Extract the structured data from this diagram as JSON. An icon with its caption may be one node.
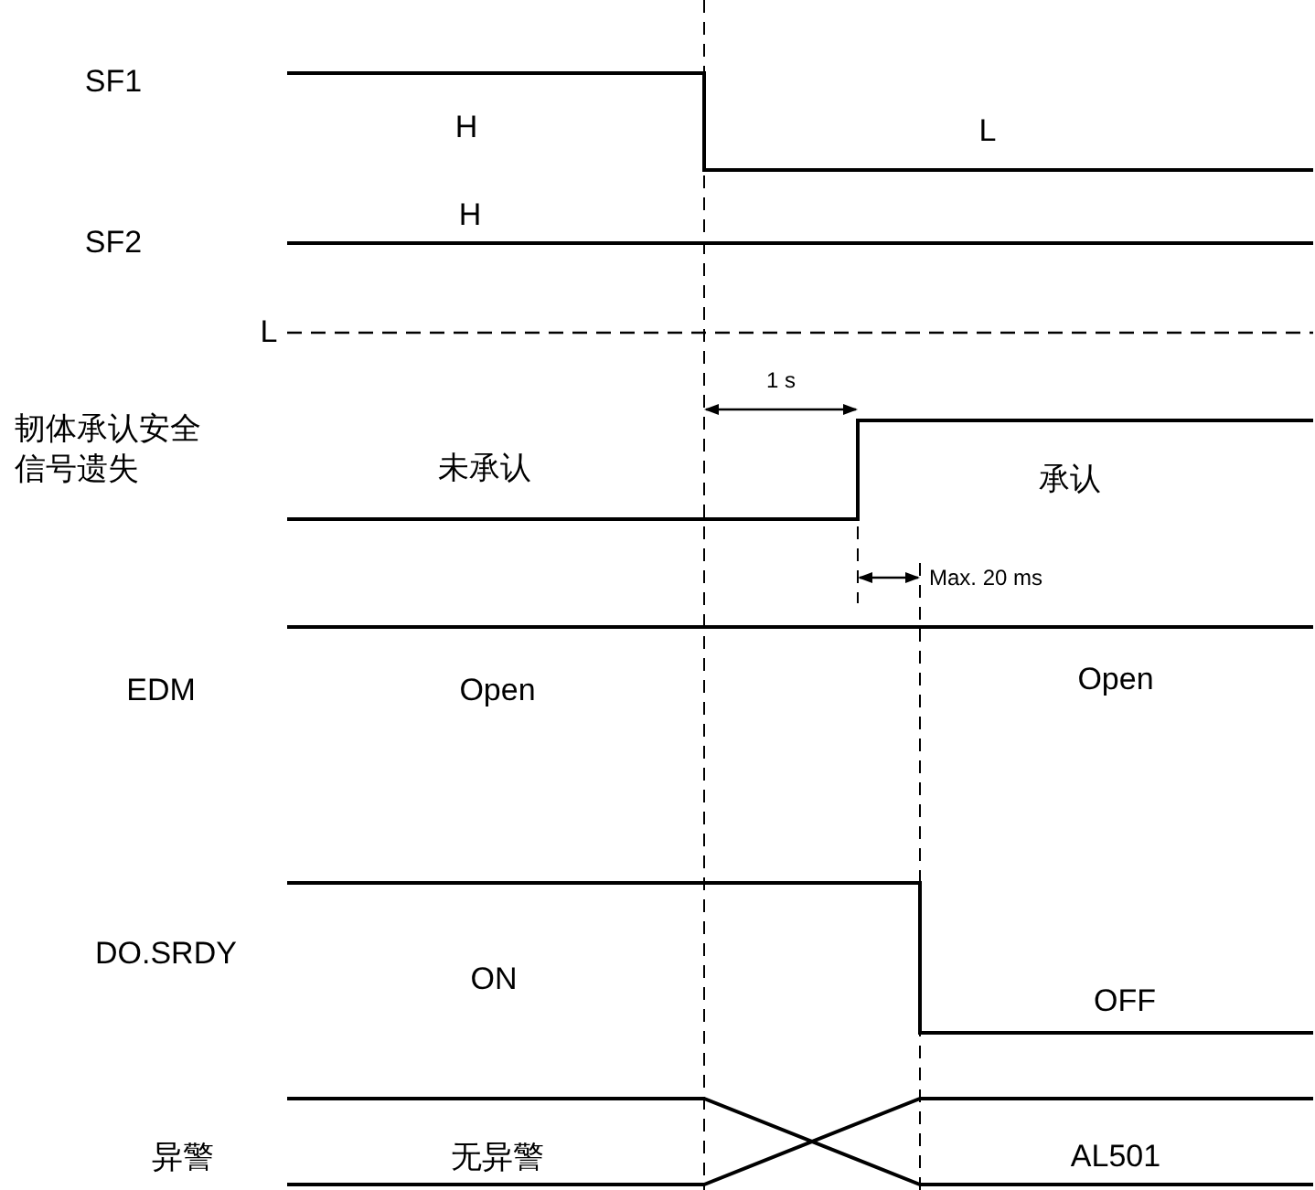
{
  "diagram": {
    "labels": [
      "SF1",
      "H",
      "L",
      "SF2",
      "H",
      "L",
      "1 s",
      "韧体承认安全信号遗失",
      "未承认",
      "承认",
      "Max. 20 ms",
      "EDM",
      "Open",
      "Open",
      "DO.SRDY",
      "ON",
      "OFF",
      "异警",
      "无异警",
      "AL501"
    ]
  }
}
